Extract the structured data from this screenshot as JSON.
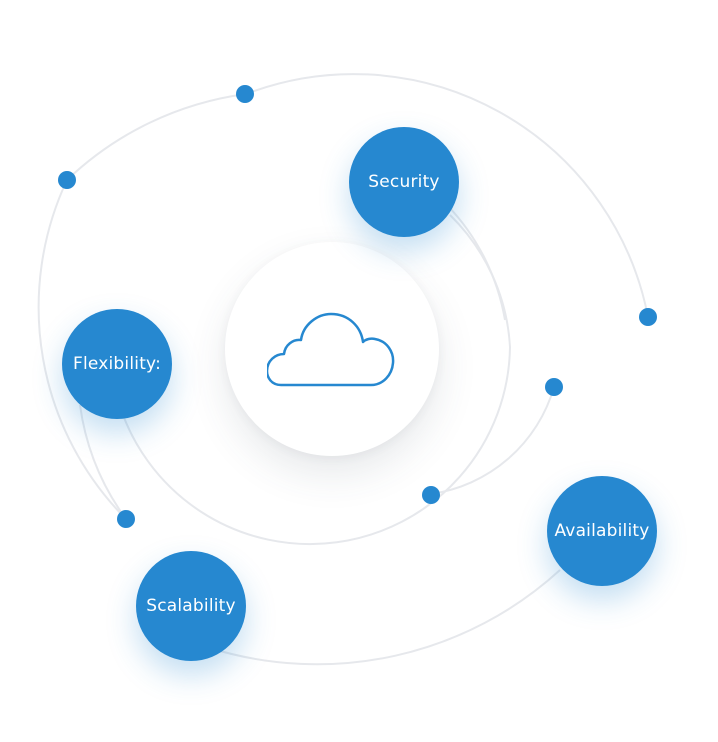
{
  "diagram": {
    "center": {
      "icon": "cloud-icon"
    },
    "nodes": {
      "security": "Security",
      "flexibility": "Flexibility:",
      "scalability": "Scalability",
      "availability": "Availability"
    },
    "colors": {
      "accent": "#2688d0",
      "orbit": "#e6e8ec",
      "background": "#ffffff"
    }
  }
}
